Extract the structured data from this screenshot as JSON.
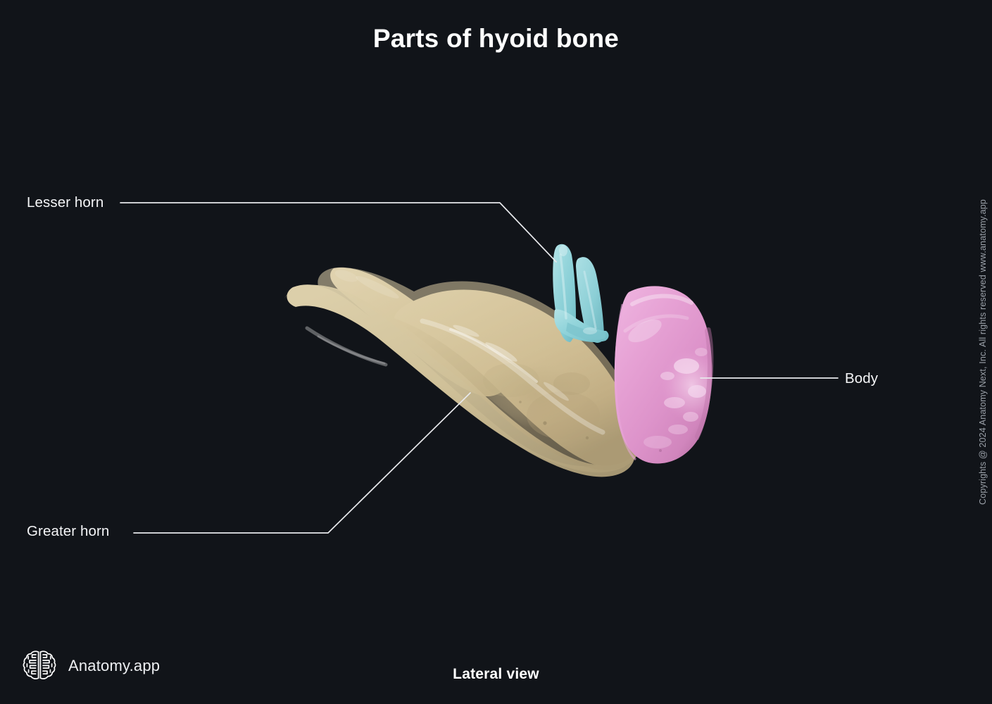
{
  "page": {
    "title": "Parts of hyoid bone",
    "view_caption": "Lateral view",
    "background_color": "#111419",
    "text_color": "#ffffff",
    "leader_line_color": "#e8e9ec"
  },
  "labels": {
    "lesser_horn": "Lesser horn",
    "greater_horn": "Greater horn",
    "body": "Body"
  },
  "anatomy": {
    "specimen": "hyoid bone",
    "parts": [
      {
        "name": "Greater horn",
        "color": "#d3c096"
      },
      {
        "name": "Lesser horn",
        "color": "#93d3d9"
      },
      {
        "name": "Body",
        "color": "#e094cf"
      }
    ]
  },
  "branding": {
    "logo_icon": "brain-icon",
    "name": "Anatomy.app",
    "copyright": "Copyrights @ 2024 Anatomy Next, Inc. All rights reserved www.anatomy.app"
  }
}
